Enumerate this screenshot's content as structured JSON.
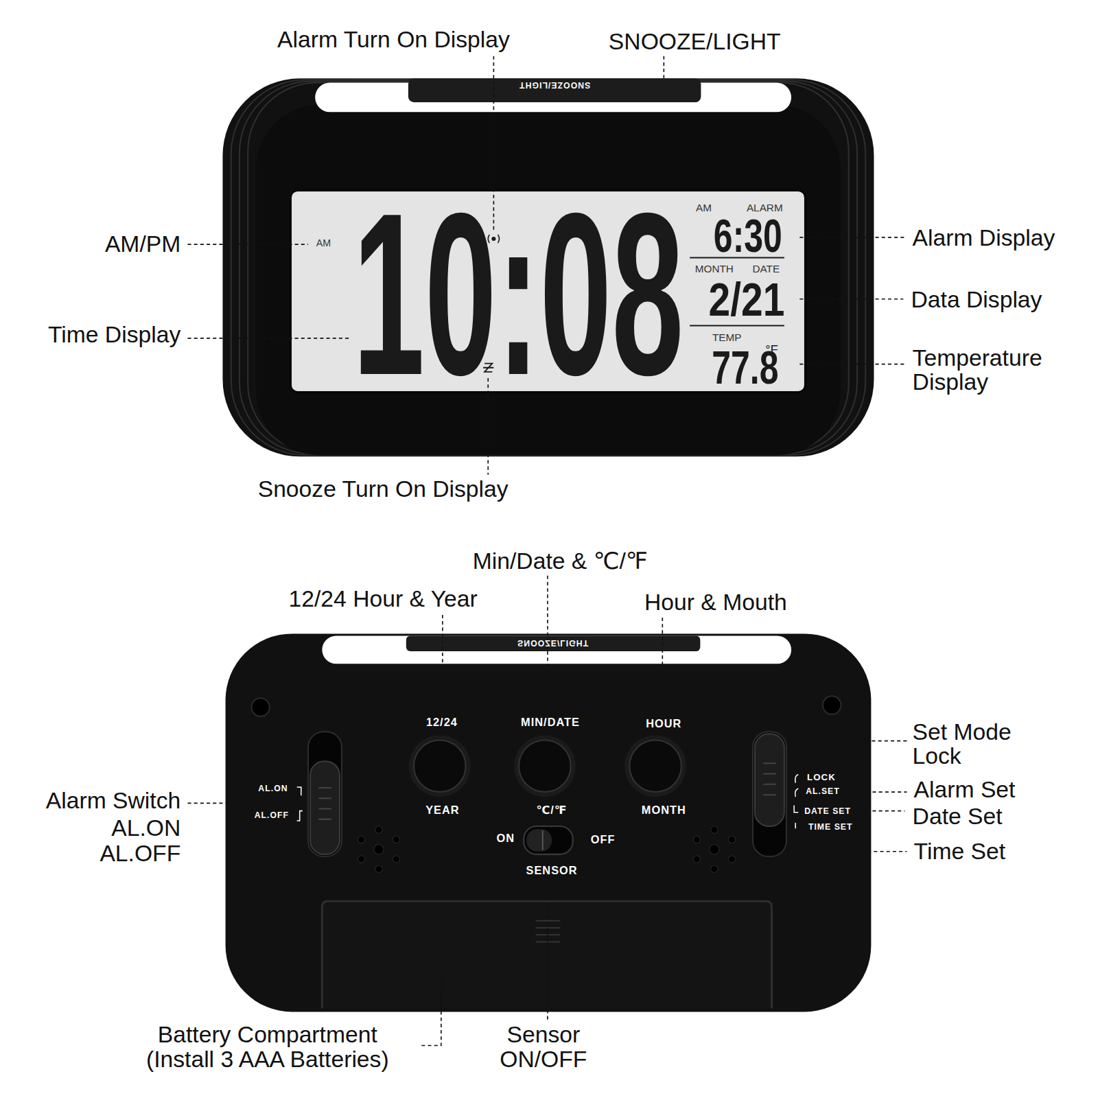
{
  "diagram": {
    "labels": [
      "Alarm Turn On Display",
      "SNOOZE/LIGHT",
      "SNOOZE/LIGHT",
      "AM/PM",
      "AM",
      "10:08",
      "AM",
      "ALARM",
      "6:30",
      "Alarm Display",
      "MONTH",
      "DATE",
      "2/21",
      "Data Display",
      "Time Display",
      "TEMP",
      "°F",
      "77.8",
      "Temperature Display",
      "Snooze Turn On Display",
      "Min/Date & ℃/℉",
      "12/24 Hour & Year",
      "Hour & Mouth",
      "SNOOZE/LIGHT",
      "12/24",
      "MIN/DATE",
      "HOUR",
      "Set Mode Lock",
      "LOCK",
      "AL.ON",
      "Alarm Switch",
      "Alarm Set",
      "AL.SET",
      "YEAR",
      "℃/℉",
      "MONTH",
      "DATE SET",
      "Date Set",
      "AL.OFF",
      "AL.ON",
      "TIME SET",
      "ON",
      "OFF",
      "AL.OFF",
      "Time Set",
      "SENSOR",
      "Battery Compartment (Install 3 AAA Batteries)",
      "Sensor ON/OFF"
    ]
  }
}
